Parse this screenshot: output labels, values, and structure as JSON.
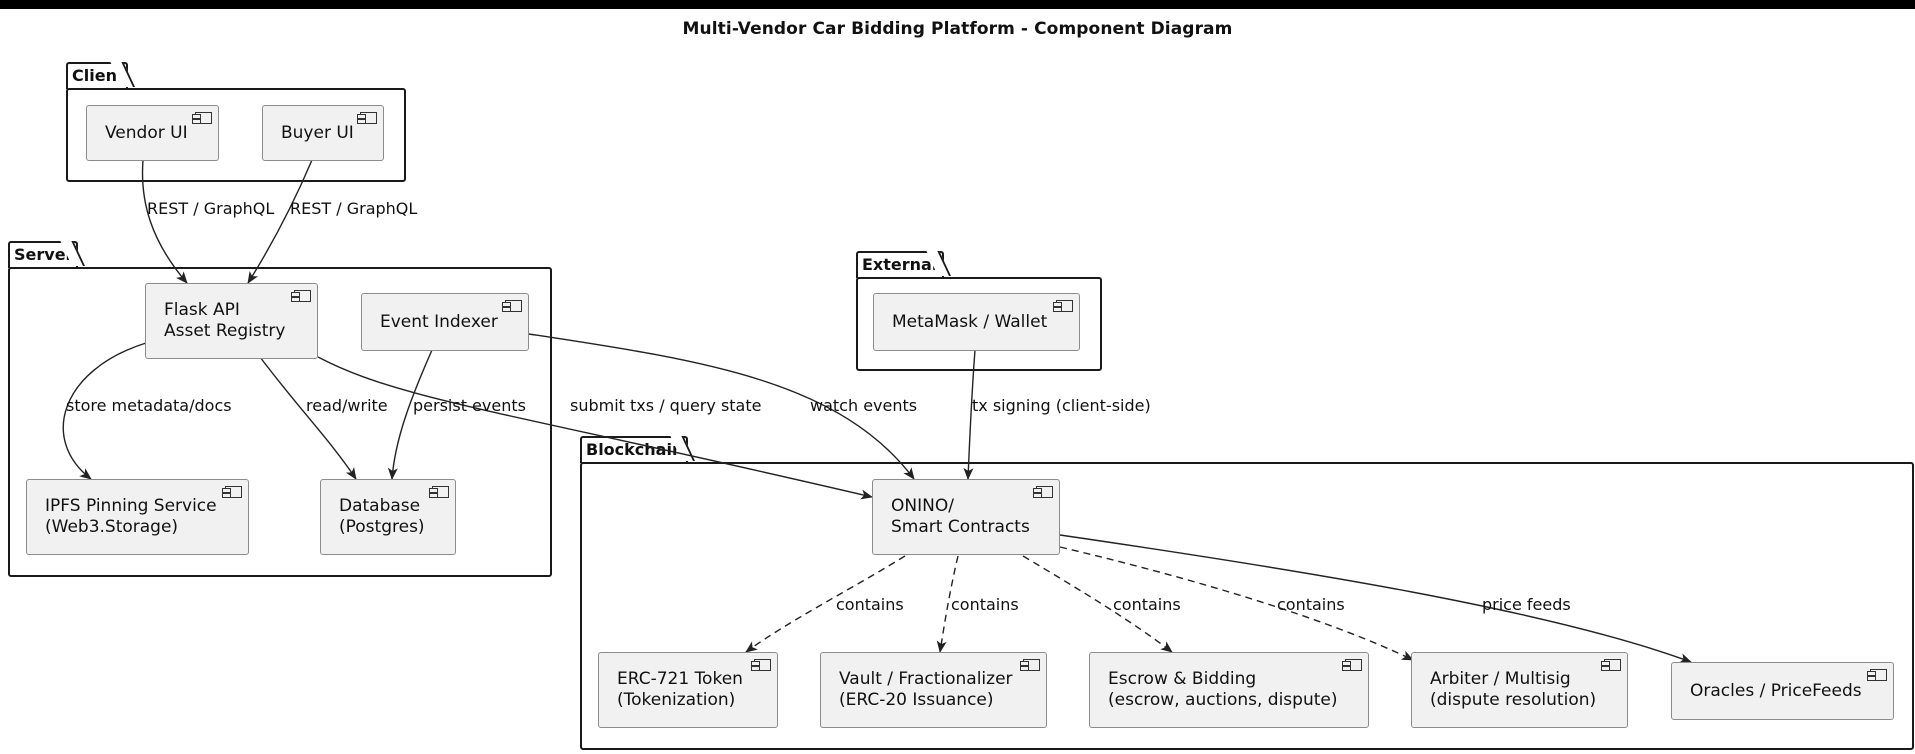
{
  "title": "Multi-Vendor Car Bidding Platform - Component Diagram",
  "packages": {
    "client": "Client",
    "server": "Server",
    "external": "External",
    "blockchain": "Blockchain"
  },
  "components": {
    "vendor_ui": [
      "Vendor UI"
    ],
    "buyer_ui": [
      "Buyer UI"
    ],
    "flask_api": [
      "Flask API",
      "Asset Registry"
    ],
    "event_indexer": [
      "Event Indexer"
    ],
    "ipfs": [
      "IPFS Pinning Service",
      "(Web3.Storage)"
    ],
    "database": [
      "Database",
      "(Postgres)"
    ],
    "metamask": [
      "MetaMask / Wallet"
    ],
    "onino": [
      "ONINO/",
      "Smart Contracts"
    ],
    "erc721": [
      "ERC-721 Token",
      "(Tokenization)"
    ],
    "vault": [
      "Vault / Fractionalizer",
      "(ERC-20 Issuance)"
    ],
    "escrow": [
      "Escrow & Bidding",
      "(escrow, auctions, dispute)"
    ],
    "arbiter": [
      "Arbiter / Multisig",
      "(dispute resolution)"
    ],
    "oracles": [
      "Oracles / PriceFeeds"
    ]
  },
  "edges": {
    "vendor_to_flask": "REST / GraphQL",
    "buyer_to_flask": "REST / GraphQL",
    "flask_to_ipfs": "store metadata/docs",
    "flask_to_db": "read/write",
    "indexer_to_db": "persist events",
    "flask_to_onino": "submit txs / query state",
    "indexer_to_onino": "watch events",
    "wallet_to_onino": "tx signing (client-side)",
    "onino_to_erc721": "contains",
    "onino_to_vault": "contains",
    "onino_to_escrow": "contains",
    "onino_to_arbiter": "contains",
    "onino_to_oracles": "price feeds"
  }
}
